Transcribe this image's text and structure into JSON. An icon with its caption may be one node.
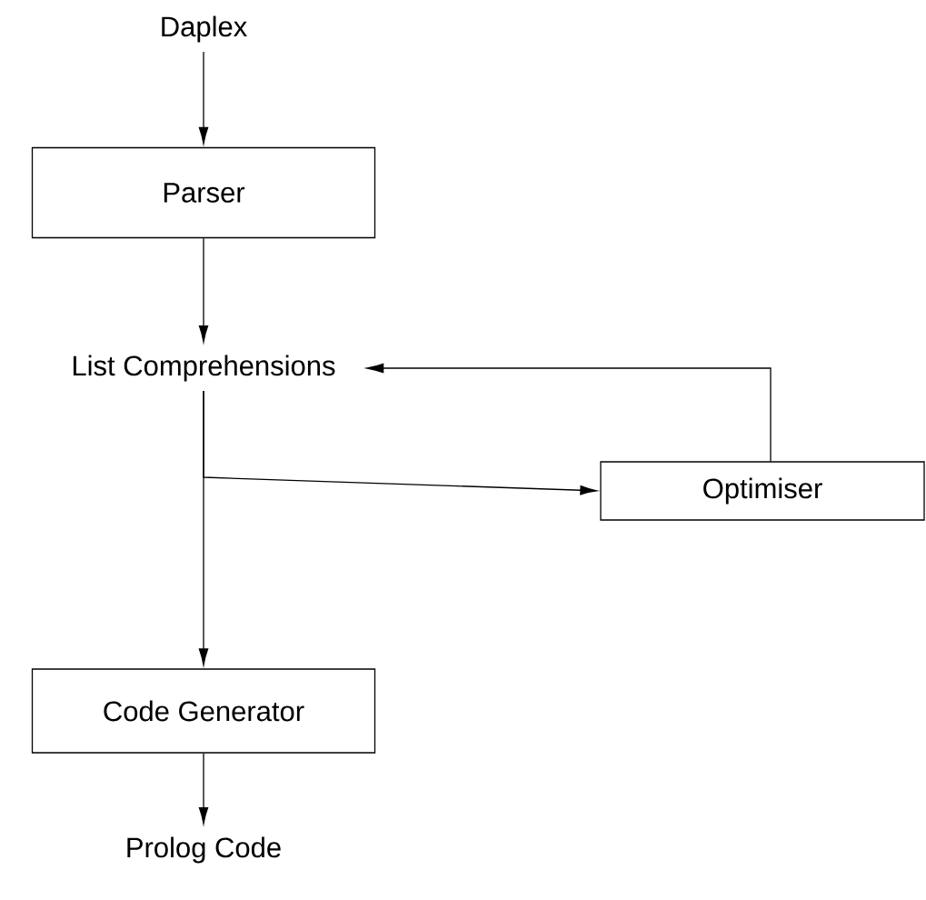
{
  "diagram": {
    "nodes": [
      {
        "text": [
          "Daplex"
        ]
      },
      {
        "text": [
          "Parser"
        ]
      },
      {
        "text": [
          "List Comprehensions"
        ]
      },
      {
        "text": [
          "Optimiser"
        ]
      },
      {
        "text": [
          "Code Generator"
        ]
      },
      {
        "text": [
          "Prolog Code"
        ]
      }
    ],
    "edges": [
      {
        "from": 0,
        "to": 1,
        "arrow": "to"
      },
      {
        "from": 1,
        "to": 2,
        "arrow": "to"
      },
      {
        "from": 2,
        "to": 4,
        "arrow": "to"
      },
      {
        "from": 2,
        "to": 3,
        "arrow": "to"
      },
      {
        "from": 3,
        "to": 2,
        "arrow": "to"
      },
      {
        "from": 4,
        "to": 5,
        "arrow": "to"
      }
    ]
  }
}
